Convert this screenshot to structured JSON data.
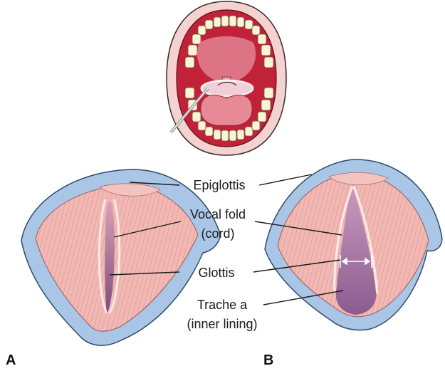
{
  "labels": {
    "epiglottis": "Epiglottis",
    "vocal_fold": "Vocal fold",
    "vocal_fold_sub": "(cord)",
    "glottis": "Glottis",
    "trachea": "Trache a",
    "trachea_sub": "(inner lining)"
  },
  "panels": {
    "a": "A",
    "b": "B"
  },
  "colors": {
    "rim_blue": "#a9c6e6",
    "rim_outline": "#2f4a6b",
    "fold_pink": "#f2b8b3",
    "fold_stripe": "#d88c86",
    "glottis_purple": "#8e5a8e",
    "mouth_red": "#c2213a",
    "tongue_pink": "#e88a96",
    "teeth": "#fbf3d6"
  }
}
